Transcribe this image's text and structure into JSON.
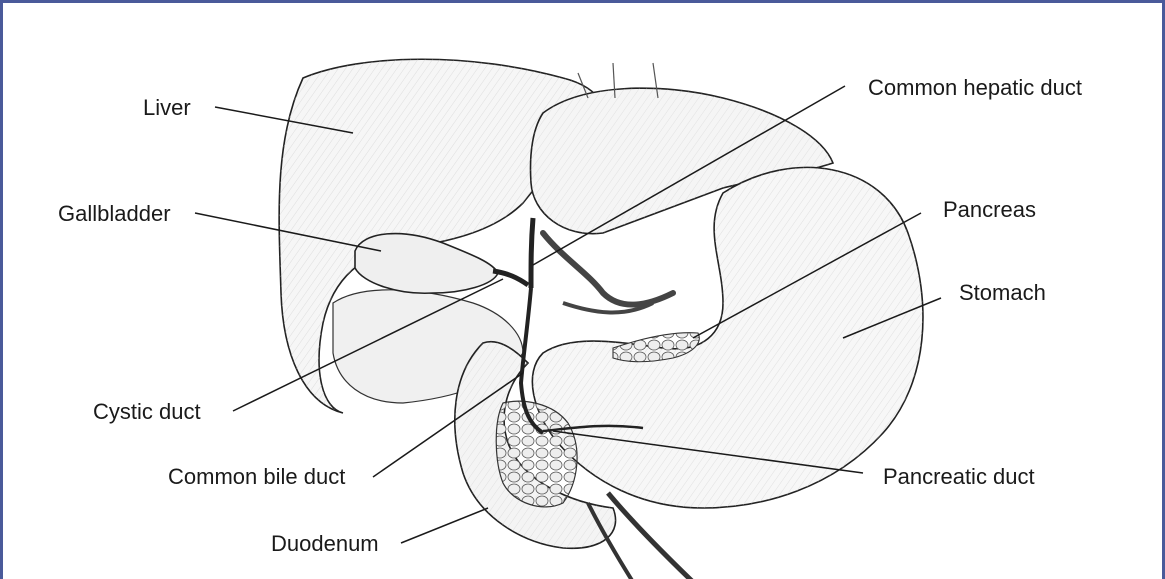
{
  "diagram": {
    "labels": {
      "liver": "Liver",
      "gallbladder": "Gallbladder",
      "cystic_duct": "Cystic duct",
      "common_bile_duct": "Common bile duct",
      "duodenum": "Duodenum",
      "common_hepatic_duct": "Common hepatic duct",
      "pancreas": "Pancreas",
      "stomach": "Stomach",
      "pancreatic_duct": "Pancreatic duct"
    },
    "colors": {
      "frame_border": "#4a5a9a",
      "line": "#1a1a1a",
      "organ_fill": "#f4f4f4",
      "shade": "#d8d8d8"
    }
  }
}
